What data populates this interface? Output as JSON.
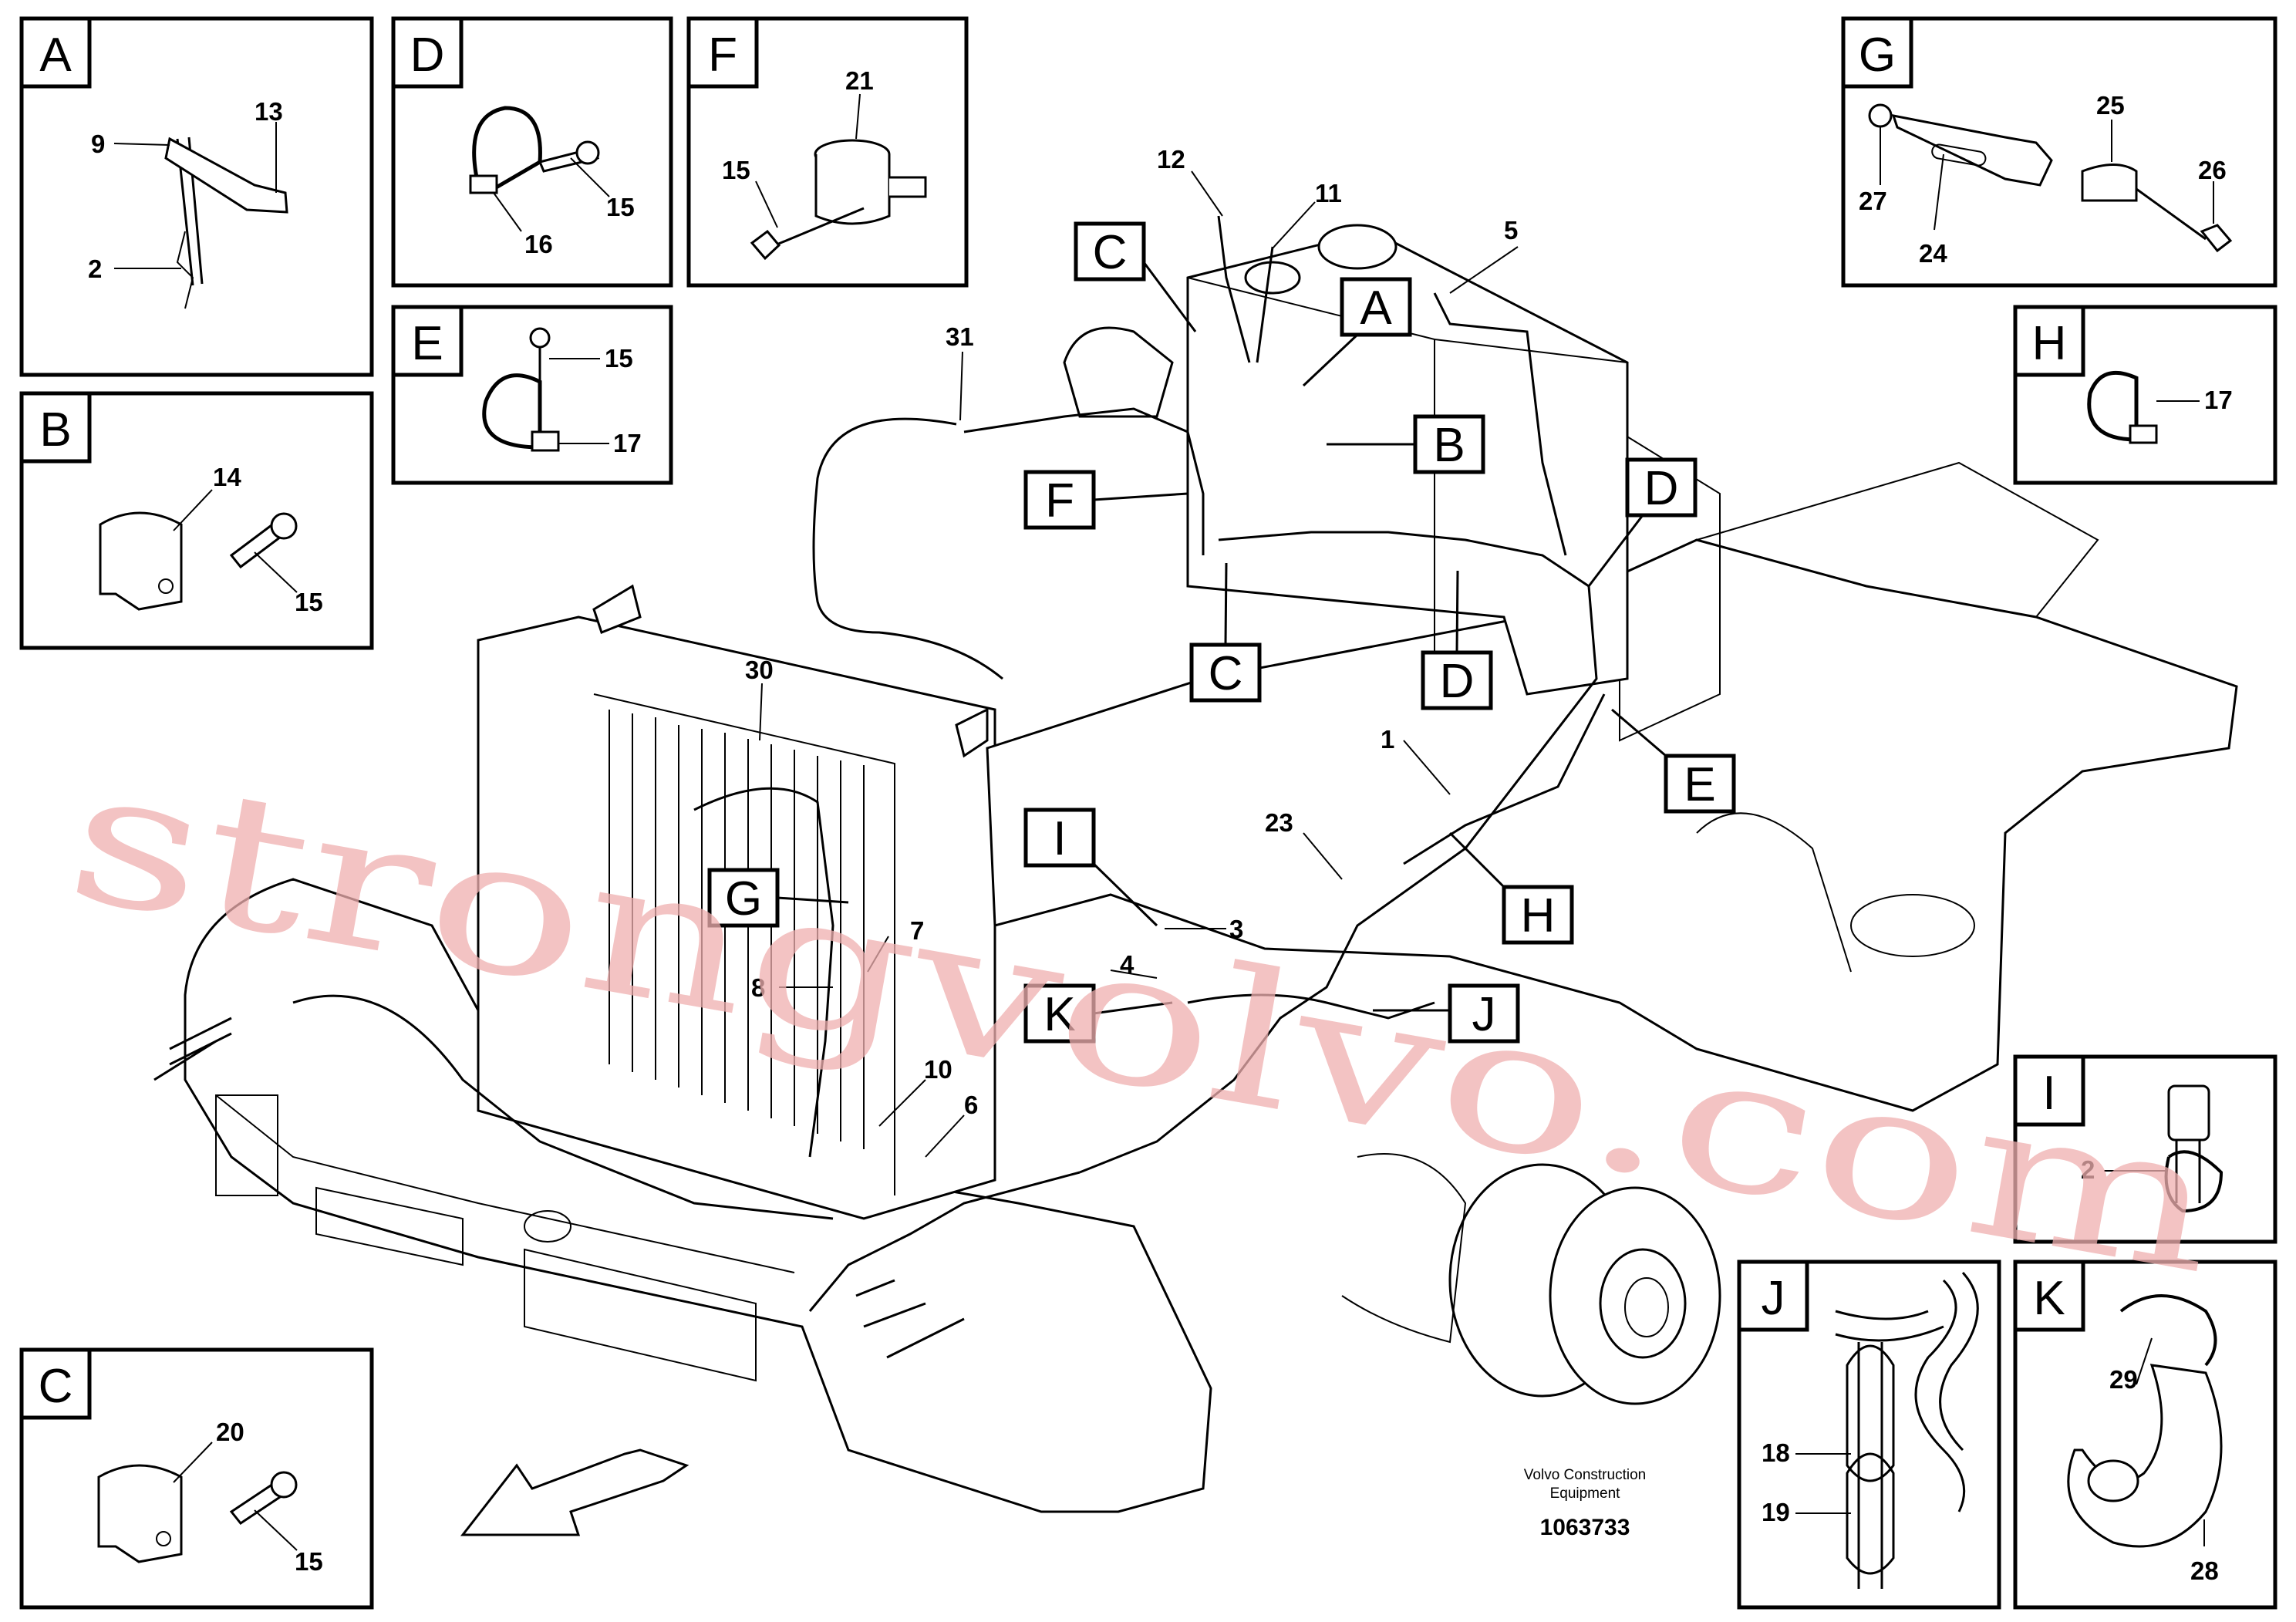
{
  "detail_views": [
    {
      "letter": "A",
      "parts": [
        "9",
        "13",
        "2"
      ]
    },
    {
      "letter": "B",
      "parts": [
        "14",
        "15"
      ]
    },
    {
      "letter": "C",
      "parts": [
        "20",
        "15"
      ]
    },
    {
      "letter": "D",
      "parts": [
        "16",
        "15"
      ]
    },
    {
      "letter": "E",
      "parts": [
        "15",
        "17"
      ]
    },
    {
      "letter": "F",
      "parts": [
        "21",
        "15"
      ]
    },
    {
      "letter": "G",
      "parts": [
        "25",
        "27",
        "24",
        "26"
      ]
    },
    {
      "letter": "H",
      "parts": [
        "17"
      ]
    },
    {
      "letter": "I",
      "parts": [
        "2"
      ]
    },
    {
      "letter": "J",
      "parts": [
        "18",
        "19"
      ]
    },
    {
      "letter": "K",
      "parts": [
        "29",
        "28"
      ]
    }
  ],
  "main_view": {
    "tags": [
      "C",
      "A",
      "B",
      "F",
      "D",
      "C",
      "D",
      "E",
      "H",
      "I",
      "G",
      "K",
      "J"
    ],
    "part_numbers": [
      "12",
      "11",
      "5",
      "31",
      "30",
      "1",
      "23",
      "3",
      "4",
      "7",
      "8",
      "10",
      "6"
    ]
  },
  "footer": {
    "line1": "Volvo Construction",
    "line2": "Equipment",
    "number": "1063733"
  },
  "watermark": "strongvolvo.com"
}
